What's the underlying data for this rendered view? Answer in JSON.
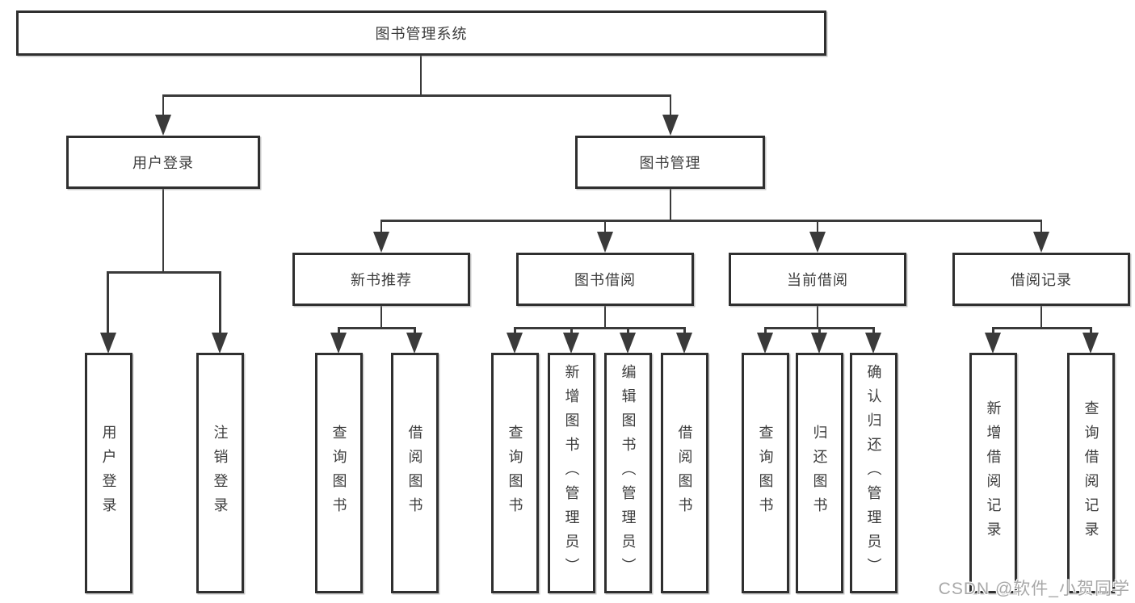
{
  "diagram": {
    "type": "hierarchy-tree",
    "tree": {
      "root": "图书管理系统",
      "branches": [
        {
          "label": "用户登录",
          "children": [
            "用户登录",
            "注销登录"
          ]
        },
        {
          "label": "图书管理",
          "sections": [
            {
              "label": "新书推荐",
              "children": [
                "查询图书",
                "借阅图书"
              ]
            },
            {
              "label": "图书借阅",
              "children": [
                "查询图书",
                "新增图书（管理员）",
                "编辑图书（管理员）",
                "借阅图书"
              ]
            },
            {
              "label": "当前借阅",
              "children": [
                "查询图书",
                "归还图书",
                "确认归还（管理员）"
              ]
            },
            {
              "label": "借阅记录",
              "children": [
                "新增借阅记录",
                "查询借阅记录"
              ]
            }
          ]
        }
      ]
    },
    "colors": {
      "background": "#ffffff",
      "box_border": "#2f2f2f",
      "connector": "#3a3a3a",
      "text": "#3c3c3c",
      "watermark_text": "#a8a8a8"
    }
  },
  "watermark": "CSDN @软件_小贺同学"
}
